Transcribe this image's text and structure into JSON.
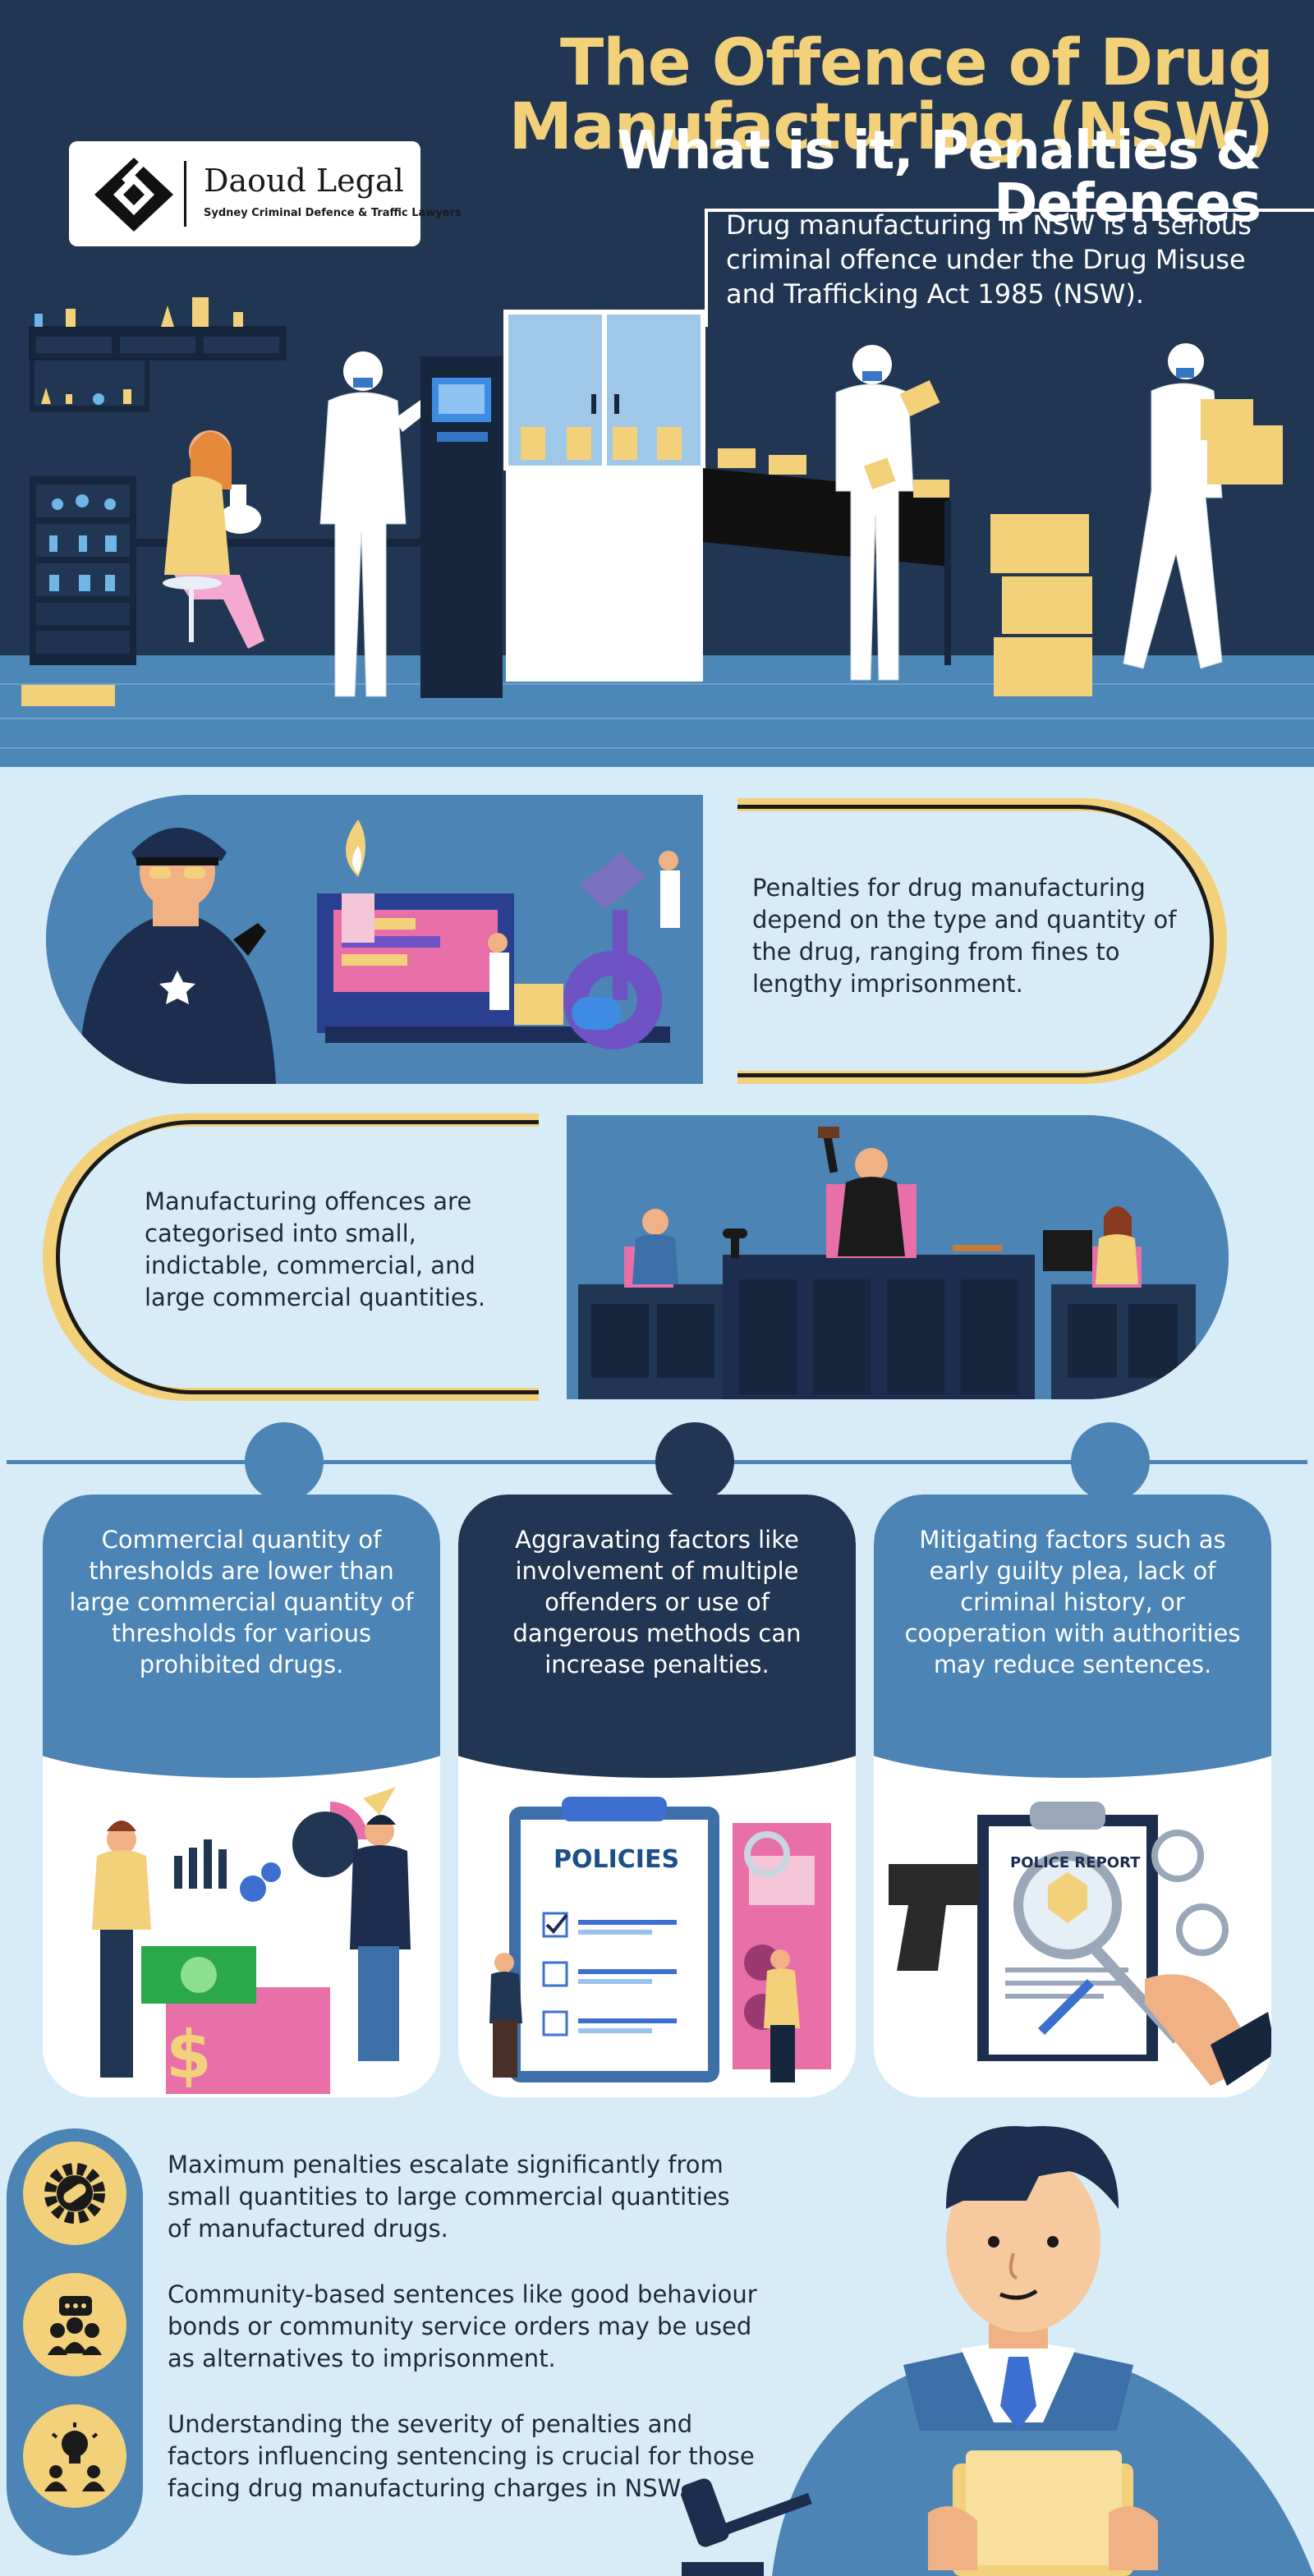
{
  "header": {
    "title": "The Offence of Drug Manufacturing (NSW)",
    "subtitle": "What is it, Penalties & Defences"
  },
  "logo": {
    "name": "Daoud Legal",
    "tagline": "Sydney Criminal Defence & Traffic Lawyers"
  },
  "intro": "Drug manufacturing in NSW is a serious criminal offence under the Drug Misuse and Trafficking Act 1985 (NSW).",
  "panels": [
    {
      "text": "Penalties for drug manufacturing depend on the type and quantity of the drug, ranging from fines to lengthy imprisonment."
    },
    {
      "text": "Manufacturing offences are categorised into small, indictable, commercial, and large commercial quantities."
    }
  ],
  "cards": [
    {
      "text": "Commercial quantity of thresholds are lower than large commercial quantity of thresholds for various prohibited drugs.",
      "color": "#4b84b5"
    },
    {
      "text": "Aggravating factors like involvement of multiple offenders or use of dangerous methods can increase penalties.",
      "color": "#203652"
    },
    {
      "text": "Mitigating factors such as early guilty plea, lack of criminal history, or cooperation with authorities may reduce sentences.",
      "color": "#4b84b5"
    }
  ],
  "card_art": {
    "policies_label": "POLICIES",
    "police_report_label": "POLICE REPORT"
  },
  "bottom": [
    {
      "icon": "gear-pill-icon",
      "text": "Maximum penalties escalate significantly from small quantities to large commercial quantities of manufactured drugs."
    },
    {
      "icon": "community-chat-icon",
      "text": "Community-based sentences like good behaviour bonds or community service orders may be used as alternatives to imprisonment."
    },
    {
      "icon": "lightbulb-idea-icon",
      "text": "Understanding the severity of penalties and factors influencing sentencing is crucial for those facing drug manufacturing charges in NSW."
    }
  ],
  "colors": {
    "navy": "#203652",
    "blue": "#4b84b5",
    "light": "#d8ecf8",
    "yellow": "#f3d17a"
  }
}
